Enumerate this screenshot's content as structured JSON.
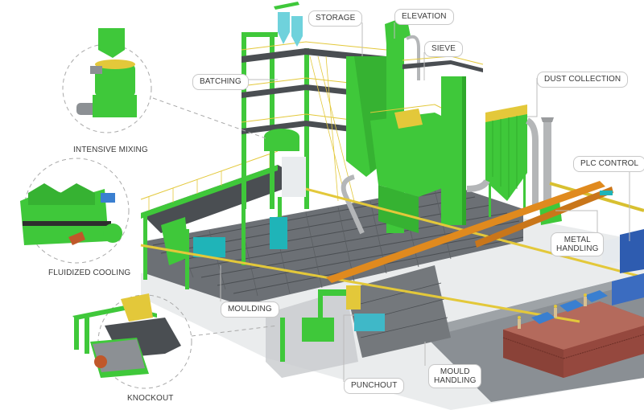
{
  "diagram": {
    "subject": "Foundry sand plant and moulding line (isometric 3D illustration)",
    "colors": {
      "machinery_green": "#3fc83a",
      "railing_yellow": "#e3c83a",
      "crane_orange": "#e08a1e",
      "cyan_equipment": "#1fb4b8",
      "floor_gray": "#8a8f94",
      "brick_red": "#a0524a",
      "duct_gray": "#b4b6b8",
      "label_border": "#c9c9c9",
      "label_text": "#3a3a3a"
    },
    "callouts": {
      "storage": "STORAGE",
      "elevation": "ELEVATION",
      "sieve": "SIEVE",
      "batching": "BATCHING",
      "dust_collection": "DUST COLLECTION",
      "plc_control": "PLC CONTROL",
      "metal_handling_1": "METAL",
      "metal_handling_2": "HANDLING",
      "moulding": "MOULDING",
      "punchout": "PUNCHOUT",
      "mould_handling_1": "MOULD",
      "mould_handling_2": "HANDLING"
    },
    "insets": [
      {
        "id": "intensive-mixing",
        "caption": "INTENSIVE MIXING"
      },
      {
        "id": "fluidized-cooling",
        "caption": "FLUIDIZED COOLING"
      },
      {
        "id": "knockout",
        "caption": "KNOCKOUT"
      }
    ]
  }
}
